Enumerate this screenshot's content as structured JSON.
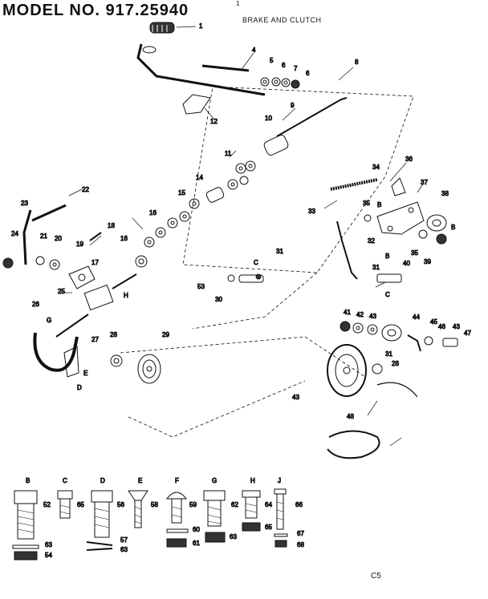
{
  "title": "MODEL NO. 917.25940",
  "subtitle": "BRAKE AND CLUTCH",
  "page_code": "C5",
  "top_mark": "1",
  "callouts": [
    {
      "id": "c1",
      "text": "1"
    },
    {
      "id": "c4",
      "text": "4"
    },
    {
      "id": "c5",
      "text": "5"
    },
    {
      "id": "c6a",
      "text": "6"
    },
    {
      "id": "c7",
      "text": "7"
    },
    {
      "id": "c6b",
      "text": "6"
    },
    {
      "id": "c8",
      "text": "8"
    },
    {
      "id": "c9",
      "text": "9"
    },
    {
      "id": "c10",
      "text": "10"
    },
    {
      "id": "c11",
      "text": "11"
    },
    {
      "id": "c12",
      "text": "12"
    },
    {
      "id": "c14",
      "text": "14"
    },
    {
      "id": "c15",
      "text": "15"
    },
    {
      "id": "c16a",
      "text": "16"
    },
    {
      "id": "c16b",
      "text": "16"
    },
    {
      "id": "c17",
      "text": "17"
    },
    {
      "id": "c18",
      "text": "18"
    },
    {
      "id": "c19",
      "text": "19"
    },
    {
      "id": "c20",
      "text": "20"
    },
    {
      "id": "c21",
      "text": "21"
    },
    {
      "id": "c22",
      "text": "22"
    },
    {
      "id": "c23",
      "text": "23"
    },
    {
      "id": "c24",
      "text": "24"
    },
    {
      "id": "c25",
      "text": "25"
    },
    {
      "id": "c26",
      "text": "26"
    },
    {
      "id": "cG",
      "text": "G"
    },
    {
      "id": "c27",
      "text": "27"
    },
    {
      "id": "cE",
      "text": "E"
    },
    {
      "id": "cD",
      "text": "D"
    },
    {
      "id": "cH",
      "text": "H"
    },
    {
      "id": "c28a",
      "text": "28"
    },
    {
      "id": "c29",
      "text": "29"
    },
    {
      "id": "c53",
      "text": "53"
    },
    {
      "id": "c30",
      "text": "30"
    },
    {
      "id": "cC1",
      "text": "C"
    },
    {
      "id": "c31a",
      "text": "31"
    },
    {
      "id": "c33",
      "text": "33"
    },
    {
      "id": "c34",
      "text": "34"
    },
    {
      "id": "c36",
      "text": "36"
    },
    {
      "id": "c37",
      "text": "37"
    },
    {
      "id": "c35a",
      "text": "35"
    },
    {
      "id": "cB1",
      "text": "B"
    },
    {
      "id": "c38",
      "text": "38"
    },
    {
      "id": "cB2",
      "text": "B"
    },
    {
      "id": "c32",
      "text": "32"
    },
    {
      "id": "cB3",
      "text": "B"
    },
    {
      "id": "c35b",
      "text": "35"
    },
    {
      "id": "c39",
      "text": "39"
    },
    {
      "id": "c31b",
      "text": "31"
    },
    {
      "id": "c40",
      "text": "40"
    },
    {
      "id": "cC2",
      "text": "C"
    },
    {
      "id": "c41",
      "text": "41"
    },
    {
      "id": "c42",
      "text": "42"
    },
    {
      "id": "c43a",
      "text": "43"
    },
    {
      "id": "c44",
      "text": "44"
    },
    {
      "id": "c45",
      "text": "45"
    },
    {
      "id": "c46",
      "text": "46"
    },
    {
      "id": "c43b",
      "text": "43"
    },
    {
      "id": "c47",
      "text": "47"
    },
    {
      "id": "c31c",
      "text": "31"
    },
    {
      "id": "c28b",
      "text": "28"
    },
    {
      "id": "c43c",
      "text": "43"
    },
    {
      "id": "c48",
      "text": "48"
    }
  ],
  "hardware": [
    {
      "letter": "B",
      "parts": [
        "52",
        "63",
        "54"
      ]
    },
    {
      "letter": "C",
      "parts": [
        "65"
      ]
    },
    {
      "letter": "D",
      "parts": [
        "56",
        "57",
        "63"
      ]
    },
    {
      "letter": "E",
      "parts": [
        "58"
      ]
    },
    {
      "letter": "F",
      "parts": [
        "59",
        "60",
        "61"
      ]
    },
    {
      "letter": "G",
      "parts": [
        "62",
        "63"
      ]
    },
    {
      "letter": "H",
      "parts": [
        "64",
        "65"
      ]
    },
    {
      "letter": "J",
      "parts": [
        "66",
        "67",
        "68"
      ]
    }
  ]
}
